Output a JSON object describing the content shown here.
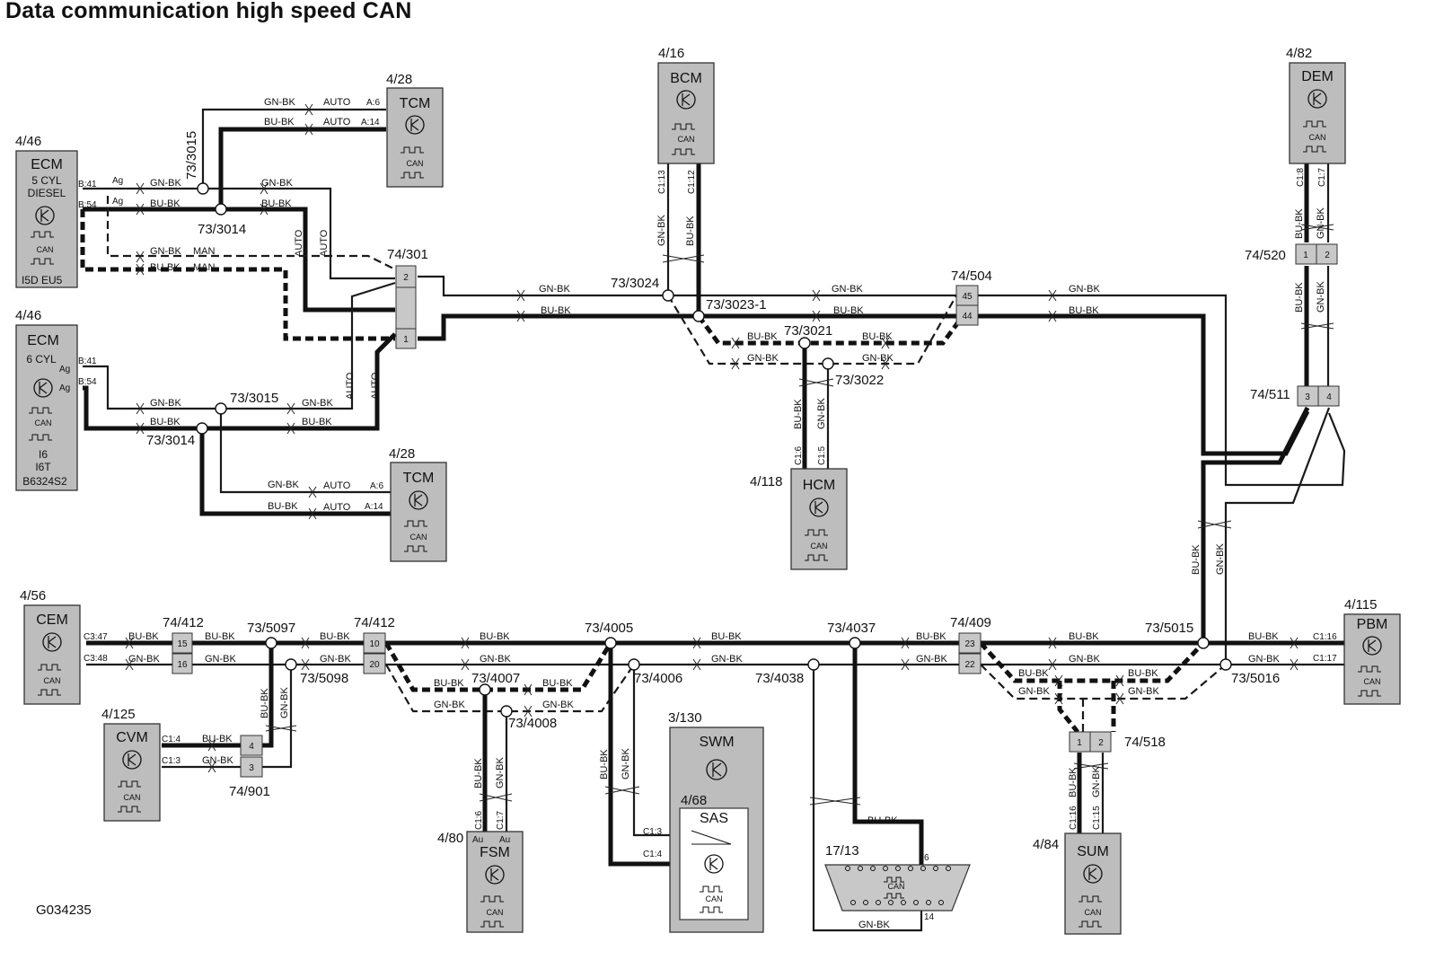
{
  "title": "Data communication high speed CAN",
  "figure_id": "G034235",
  "modules": {
    "ecm5": {
      "ref": "4/46",
      "name": "ECM",
      "line1": "5 CYL",
      "line2": "DIESEL",
      "variant": "I5D EU5",
      "can": "CAN"
    },
    "ecm6": {
      "ref": "4/46",
      "name": "ECM",
      "line1": "6 CYL",
      "var1": "I6",
      "var2": "I6T",
      "var3": "B6324S2",
      "can": "CAN"
    },
    "tcm_top": {
      "ref": "4/28",
      "name": "TCM",
      "can": "CAN"
    },
    "tcm_mid": {
      "ref": "4/28",
      "name": "TCM",
      "can": "CAN"
    },
    "bcm": {
      "ref": "4/16",
      "name": "BCM",
      "can": "CAN"
    },
    "dem": {
      "ref": "4/82",
      "name": "DEM",
      "can": "CAN"
    },
    "hcm": {
      "ref": "4/118",
      "name": "HCM",
      "can": "CAN"
    },
    "cem": {
      "ref": "4/56",
      "name": "CEM",
      "can": "CAN"
    },
    "cvm": {
      "ref": "4/125",
      "name": "CVM",
      "can": "CAN"
    },
    "fsm": {
      "ref": "4/80",
      "name": "FSM",
      "can": "CAN"
    },
    "swm": {
      "ref": "3/130",
      "name": "SWM"
    },
    "sas": {
      "ref": "4/68",
      "name": "SAS",
      "can": "CAN"
    },
    "dlc": {
      "ref": "17/13",
      "can": "CAN"
    },
    "sum": {
      "ref": "4/84",
      "name": "SUM",
      "can": "CAN"
    },
    "pbm": {
      "ref": "4/115",
      "name": "PBM",
      "can": "CAN"
    }
  },
  "connectors": {
    "c74_301": {
      "label": "74/301",
      "pins": [
        "2",
        "1"
      ]
    },
    "c74_504": {
      "label": "74/504",
      "pins": [
        "45",
        "44"
      ]
    },
    "c74_520": {
      "label": "74/520",
      "pins": [
        "1",
        "2"
      ]
    },
    "c74_511": {
      "label": "74/511",
      "pins": [
        "3",
        "4"
      ]
    },
    "c74_412a": {
      "label": "74/412",
      "pins": [
        "15",
        "16"
      ]
    },
    "c74_412b": {
      "label": "74/412",
      "pins": [
        "10",
        "20"
      ]
    },
    "c74_901": {
      "label": "74/901",
      "pins": [
        "4",
        "3"
      ]
    },
    "c74_409": {
      "label": "74/409",
      "pins": [
        "23",
        "22"
      ]
    },
    "c74_518": {
      "label": "74/518",
      "pins": [
        "1",
        "2"
      ]
    }
  },
  "splices": {
    "s3015a": "73/3015",
    "s3014a": "73/3014",
    "s3015b": "73/3015",
    "s3014b": "73/3014",
    "s3024": "73/3024",
    "s3023": "73/3023-1",
    "s3021": "73/3021",
    "s3022": "73/3022",
    "s5097": "73/5097",
    "s5098": "73/5098",
    "s4005": "73/4005",
    "s4006": "73/4006",
    "s4007": "73/4007",
    "s4008": "73/4008",
    "s4037": "73/4037",
    "s4038": "73/4038",
    "s5015": "73/5015",
    "s5016": "73/5016"
  },
  "wires": {
    "gn": "GN-BK",
    "bu": "BU-BK",
    "auto": "AUTO",
    "man": "MAN",
    "ag": "Ag",
    "au": "Au"
  },
  "pins": {
    "b41": "B:41",
    "b54": "B:54",
    "a6": "A:6",
    "a14": "A:14",
    "c113": "C1:13",
    "c112": "C1:12",
    "c18": "C1:8",
    "c17": "C1:7",
    "c16": "C1:6",
    "c15": "C1:5",
    "c347": "C3:47",
    "c348": "C3:48",
    "c14": "C1:4",
    "c13": "C1:3",
    "c116": "C1:16",
    "c117": "C1:17",
    "c115": "C1:15",
    "p6": "6",
    "p14": "14"
  }
}
